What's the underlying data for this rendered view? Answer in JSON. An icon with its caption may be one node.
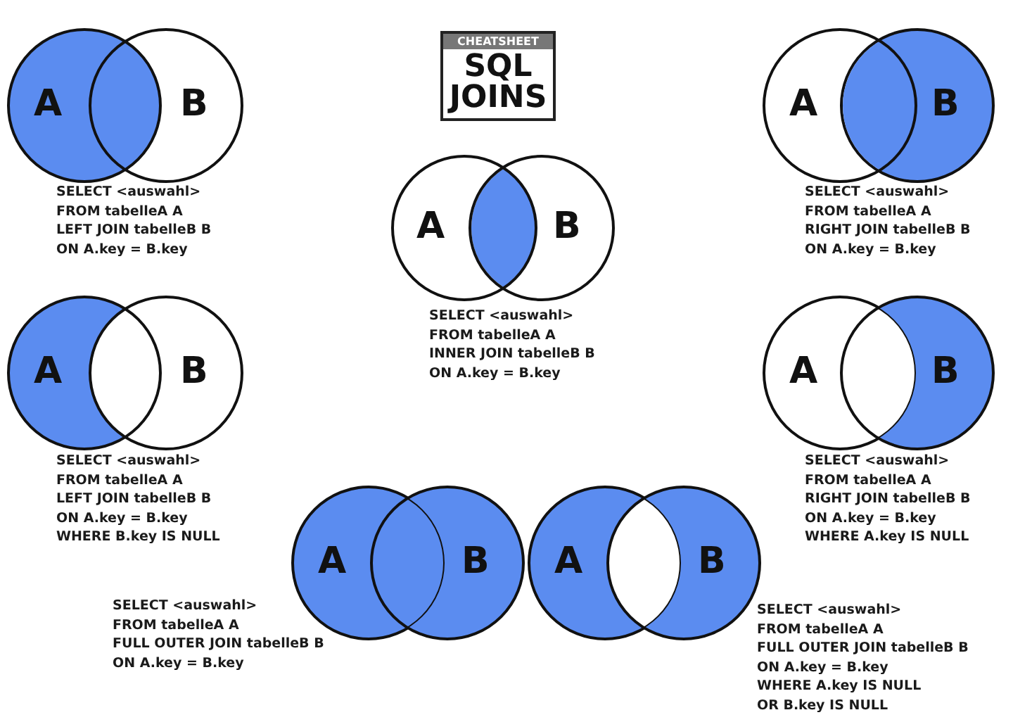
{
  "diagram": {
    "title": "SQL JOINS",
    "labels": [
      "CHEATSHEET"
    ],
    "nodes": [
      {
        "text": [
          "A"
        ],
        "beside": [
          "SELECT <auswahl>",
          "FROM tabelleA A",
          "LEFT JOIN tabelleB B",
          "ON A.key = B.key"
        ]
      },
      {
        "text": [
          "B"
        ]
      },
      {
        "text": [
          "A"
        ],
        "beside": [
          "SELECT <auswahl>",
          "FROM tabelleA A",
          "RIGHT JOIN tabelleB B",
          "ON A.key = B.key"
        ]
      },
      {
        "text": [
          "B"
        ]
      },
      {
        "text": [
          "A"
        ],
        "beside": [
          "SELECT <auswahl>",
          "FROM tabelleA A",
          "INNER JOIN tabelleB B",
          "ON A.key = B.key"
        ]
      },
      {
        "text": [
          "B"
        ]
      },
      {
        "text": [
          "A"
        ],
        "beside": [
          "SELECT <auswahl>",
          "FROM tabelleA A",
          "LEFT JOIN tabelleB B",
          "ON A.key = B.key",
          "WHERE B.key IS NULL"
        ]
      },
      {
        "text": [
          "B"
        ]
      },
      {
        "text": [
          "A"
        ],
        "beside": [
          "SELECT <auswahl>",
          "FROM tabelleA A",
          "RIGHT JOIN tabelleB B",
          "ON A.key = B.key",
          "WHERE A.key IS NULL"
        ]
      },
      {
        "text": [
          "B"
        ]
      },
      {
        "text": [
          "A"
        ],
        "beside": [
          "SELECT <auswahl>",
          "FROM tabelleA A",
          "FULL OUTER JOIN tabelleB B",
          "ON A.key = B.key"
        ]
      },
      {
        "text": [
          "B"
        ]
      },
      {
        "text": [
          "A"
        ]
      },
      {
        "text": [
          "B"
        ],
        "beside": [
          "SELECT <auswahl>",
          "FROM tabelleA A",
          "FULL OUTER JOIN tabelleB B",
          "ON A.key = B.key",
          "WHERE A.key IS NULL",
          "OR B.key IS NULL"
        ]
      }
    ]
  }
}
